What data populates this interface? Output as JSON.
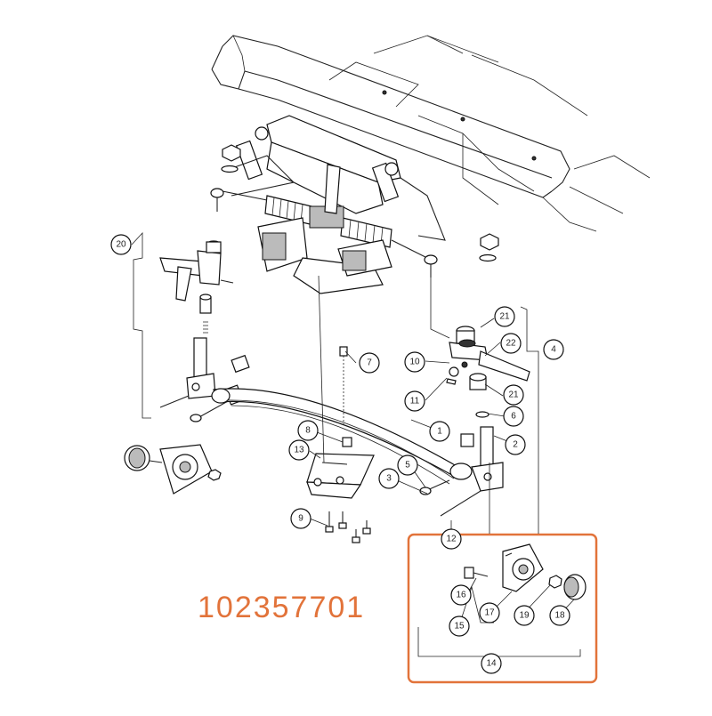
{
  "diagram": {
    "part_number": "102357701",
    "highlight_color": "#e2733a",
    "callouts": {
      "c20": "20",
      "c4": "4",
      "c21a": "21",
      "c22": "22",
      "c21b": "21",
      "c10": "10",
      "c11": "11",
      "c6": "6",
      "c7": "7",
      "c1": "1",
      "c2": "2",
      "c8": "8",
      "c13": "13",
      "c5": "5",
      "c3": "3",
      "c9": "9",
      "c12": "12",
      "c16": "16",
      "c17": "17",
      "c19": "19",
      "c18": "18",
      "c15": "15",
      "c14": "14"
    }
  }
}
